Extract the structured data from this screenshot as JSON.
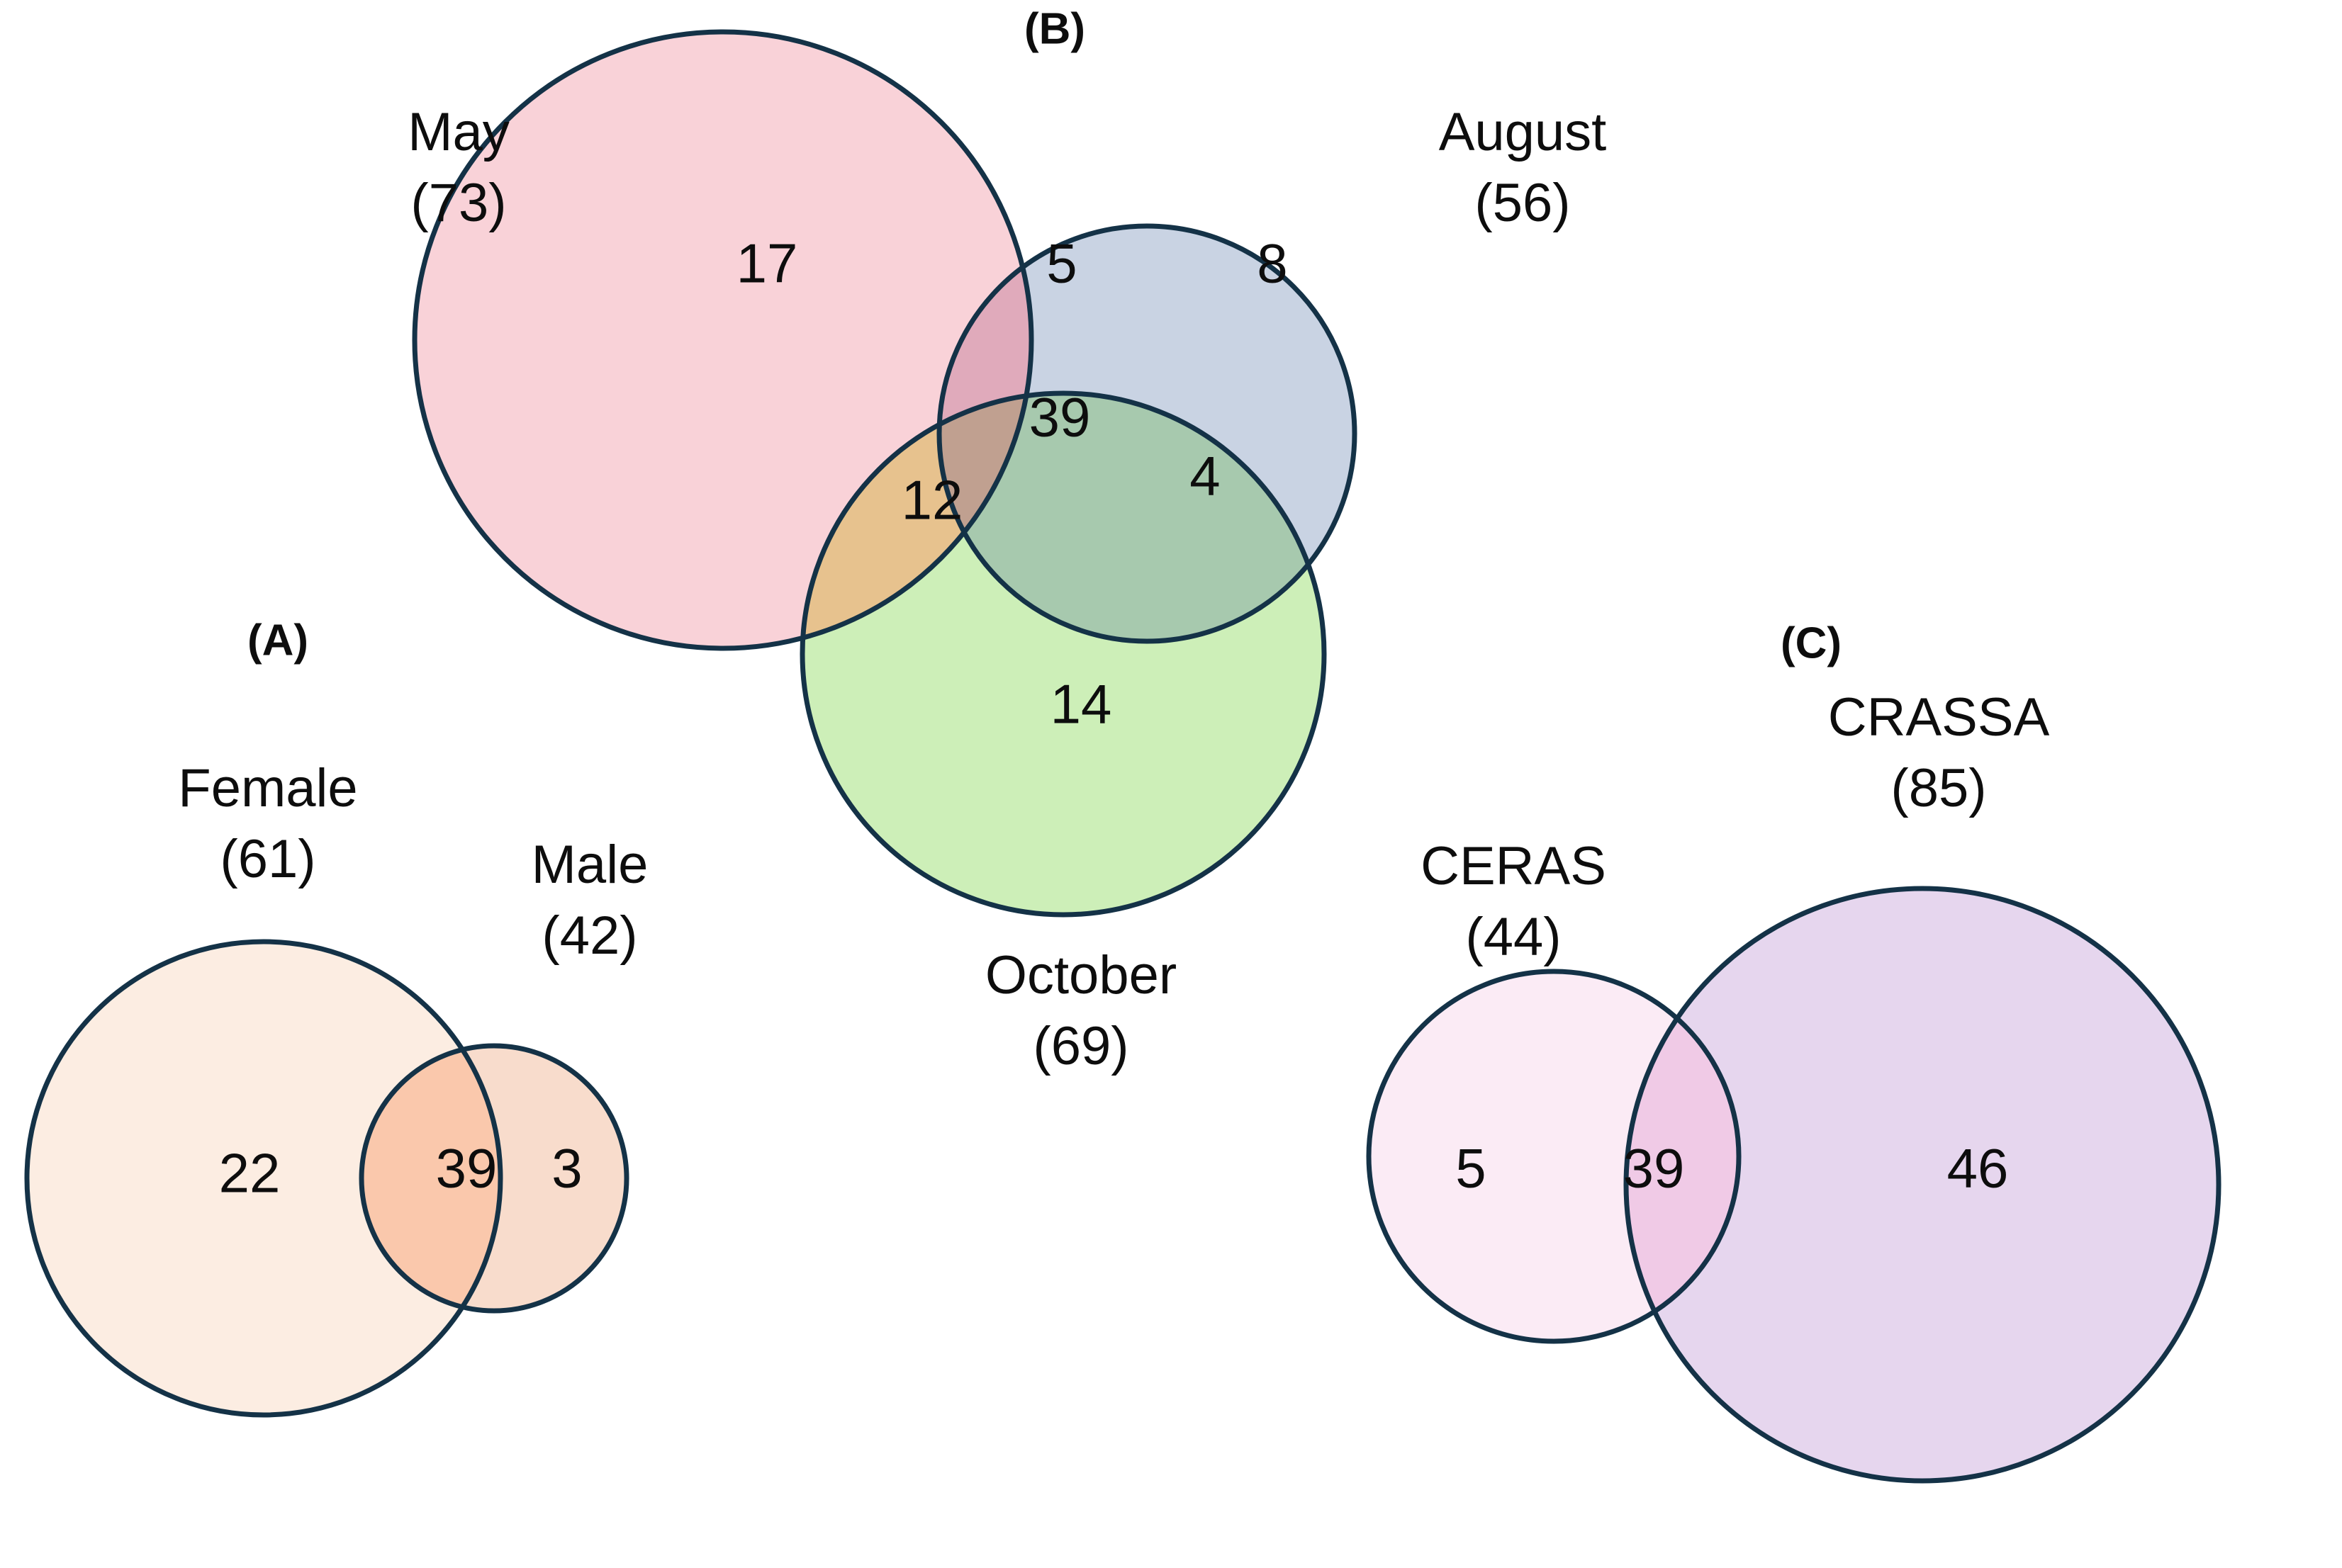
{
  "figure": {
    "background_color": "#ffffff",
    "stroke_color": "#143247",
    "text_color": "#0d0d0d"
  },
  "panels": [
    {
      "tag": "(A)",
      "type": "venn2",
      "sets": [
        {
          "name": "Female",
          "total": "(61)",
          "fill": "#FCEDE2"
        },
        {
          "name": "Male",
          "total": "(42)",
          "fill": "#F8DCCC"
        }
      ],
      "regions": [
        {
          "key": "female_only",
          "value": "22"
        },
        {
          "key": "female_and_male",
          "value": "39"
        },
        {
          "key": "male_only",
          "value": "3"
        }
      ],
      "intersection_fill": "#FAC8AC"
    },
    {
      "tag": "(B)",
      "type": "venn3",
      "sets": [
        {
          "name": "May",
          "total": "(73)",
          "fill": "#F9D2D8"
        },
        {
          "name": "August",
          "total": "(56)",
          "fill": "#C9D3E3"
        },
        {
          "name": "October",
          "total": "(69)",
          "fill": "#CDEFB8"
        }
      ],
      "regions": [
        {
          "key": "may_only",
          "value": "17"
        },
        {
          "key": "may_and_august",
          "value": "5"
        },
        {
          "key": "august_only",
          "value": "8"
        },
        {
          "key": "may_and_august_and_october",
          "value": "39"
        },
        {
          "key": "may_and_october",
          "value": "12"
        },
        {
          "key": "august_and_october",
          "value": "4"
        },
        {
          "key": "october_only",
          "value": "14"
        }
      ],
      "intersection_fills": {
        "may_august": "#E0AABB",
        "may_october": "#E7C28E",
        "august_october": "#A7C9AE",
        "triple": "#C0A090"
      }
    },
    {
      "tag": "(C)",
      "type": "venn2",
      "sets": [
        {
          "name": "CERAS",
          "total": "(44)",
          "fill": "#FBEBF5"
        },
        {
          "name": "CRASSA",
          "total": "(85)",
          "fill": "#E6D6EE"
        }
      ],
      "regions": [
        {
          "key": "ceras_only",
          "value": "5"
        },
        {
          "key": "ceras_and_crassa",
          "value": "39"
        },
        {
          "key": "crassa_only",
          "value": "46"
        }
      ],
      "intersection_fill": "#F0CAE6"
    }
  ],
  "chart_data": {
    "type": "venn",
    "title": "",
    "panels": [
      {
        "label": "(A)",
        "sets": [
          "Female",
          "Male"
        ],
        "set_totals": [
          61,
          42
        ],
        "regions": {
          "Female only": 22,
          "Female & Male": 39,
          "Male only": 3
        }
      },
      {
        "label": "(B)",
        "sets": [
          "May",
          "August",
          "October"
        ],
        "set_totals": [
          73,
          56,
          69
        ],
        "regions": {
          "May only": 17,
          "May & August": 5,
          "August only": 8,
          "May & August & October": 39,
          "May & October": 12,
          "August & October": 4,
          "October only": 14
        }
      },
      {
        "label": "(C)",
        "sets": [
          "CERAS",
          "CRASSA"
        ],
        "set_totals": [
          44,
          85
        ],
        "regions": {
          "CERAS only": 5,
          "CERAS & CRASSA": 39,
          "CRASSA only": 46
        }
      }
    ]
  }
}
